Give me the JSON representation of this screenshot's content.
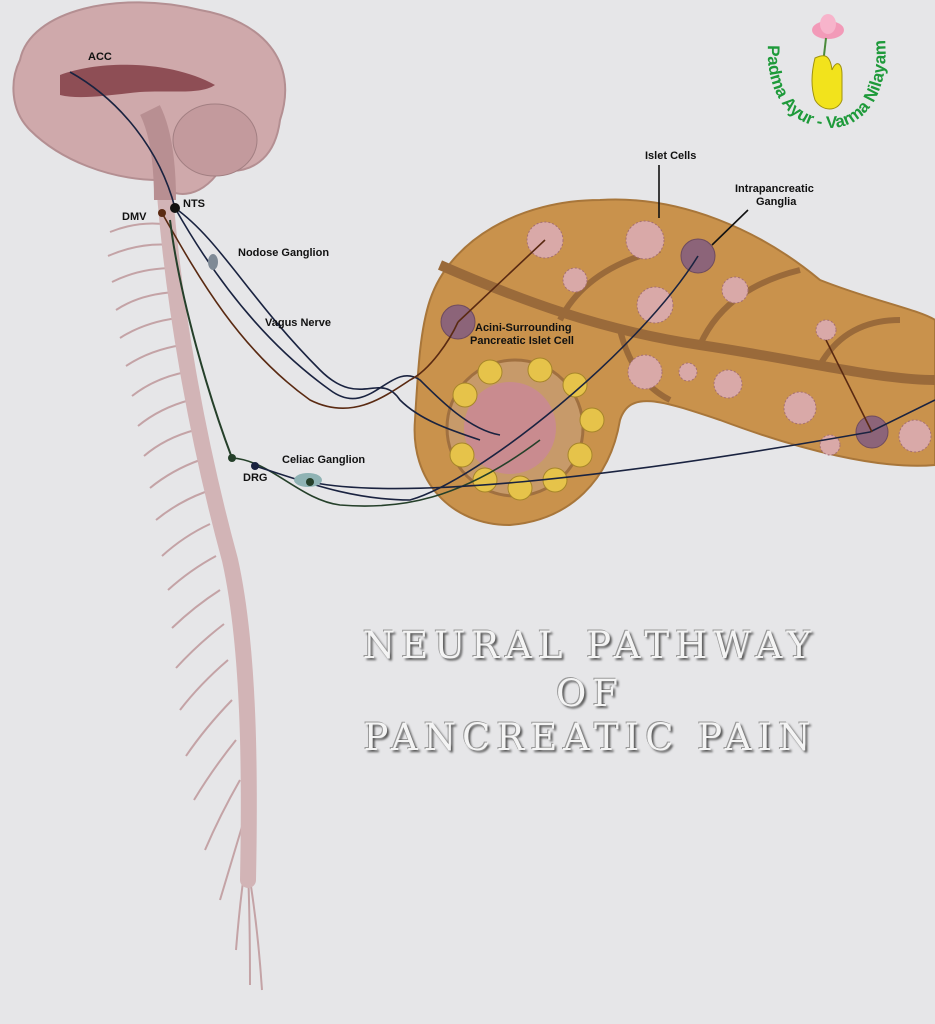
{
  "labels": {
    "acc": "ACC",
    "nts": "NTS",
    "dmv": "DMV",
    "nodose": "Nodose Ganglion",
    "vagus": "Vagus Nerve",
    "acini_1": "Acini-Surrounding",
    "acini_2": "Pancreatic Islet Cell",
    "islet": "Islet Cells",
    "intra_1": "Intrapancreatic",
    "intra_2": "Ganglia",
    "celiac": "Celiac Ganglion",
    "drg": "DRG"
  },
  "title": {
    "line1": "NEURAL PATHWAY",
    "line2": "OF",
    "line3": "PANCREATIC PAIN"
  },
  "logo": {
    "text": "Padma Ayur - Varma Nilayam"
  },
  "colors": {
    "background": "#e6e6e8",
    "brain": "#cfa9ab",
    "pancreas": "#c9924c",
    "nerve_dark": "#1a2340",
    "nerve_brown": "#5a2a12",
    "nerve_green": "#25402a",
    "logo_green": "#1e9a3a"
  }
}
